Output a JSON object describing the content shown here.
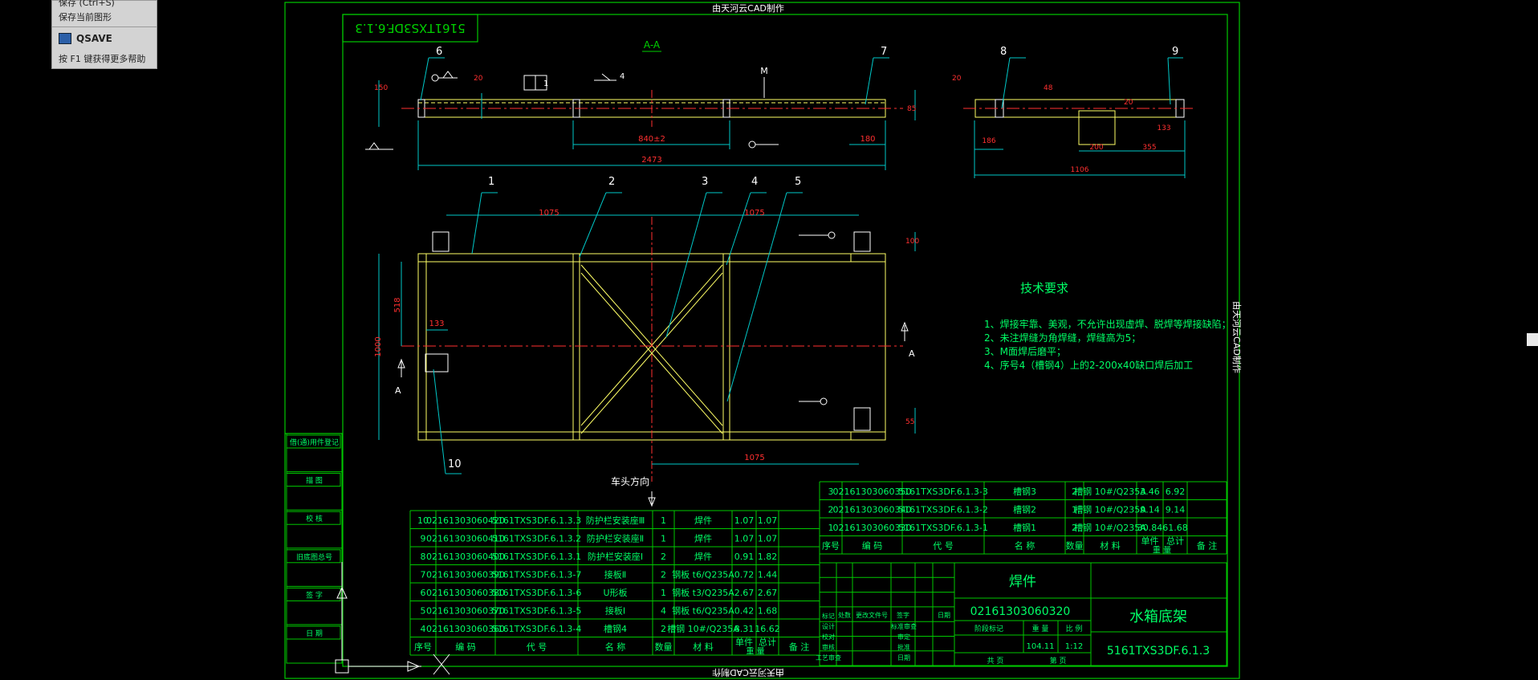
{
  "tooltip": {
    "line1": "保存 (Ctrl+S)",
    "line2": "保存当前图形",
    "command": "QSAVE",
    "help": "按 F1 键获得更多帮助"
  },
  "drawing": {
    "watermark_top": "由天河云CAD制作",
    "watermark_bottom": "由天河云CAD制作",
    "watermark_side": "由天河云CAD制作",
    "code_box": "5161TXS3DF.6.1.3",
    "section_label": "A-A",
    "m_label": "M",
    "weld_4": "4",
    "box_1": "1",
    "direction_label": "车头方向",
    "tech_title": "技术要求",
    "tech_items": [
      "1、焊接牢靠、美观，不允许出现虚焊、脱焊等焊接缺陷；",
      "2、未注焊缝为角焊缝，焊缝高为5；",
      "3、M面焊后磨平；",
      "4、序号4（槽钢4）上的2-200x40缺口焊后加工"
    ],
    "dims": {
      "d840": "840±2",
      "d2473": "2473",
      "d180": "180",
      "d85": "85",
      "d1075a": "1075",
      "d1075b": "1075",
      "d1075c": "1075",
      "d133a": "133",
      "d133b": "133",
      "d186": "186",
      "d200": "200",
      "d355": "355",
      "d1106": "1106",
      "d1000": "1000",
      "d518": "518",
      "d100": "100",
      "d150": "150",
      "d20a": "20",
      "d20b": "20",
      "d20c": "20",
      "d48": "48",
      "d55": "55"
    },
    "balloons": [
      "6",
      "7",
      "8",
      "9",
      "1",
      "2",
      "3",
      "4",
      "5",
      "10"
    ],
    "a_label": "A",
    "left_strip": [
      "借(通)用件登记",
      "描 图",
      "校 核",
      "旧底图总号",
      "签 字",
      "日 期"
    ],
    "bom_left": [
      [
        "10",
        "02161303060420",
        "5161TXS3DF.6.1.3.3",
        "防护栏安装座Ⅲ",
        "1",
        "焊件",
        "1.07",
        "1.07",
        ""
      ],
      [
        "9",
        "02161303060410",
        "5161TXS3DF.6.1.3.2",
        "防护栏安装座Ⅱ",
        "1",
        "焊件",
        "1.07",
        "1.07",
        ""
      ],
      [
        "8",
        "02161303060400",
        "5161TXS3DF.6.1.3.1",
        "防护栏安装座Ⅰ",
        "2",
        "焊件",
        "0.91",
        "1.82",
        ""
      ],
      [
        "7",
        "02161303060390",
        "5161TXS3DF.6.1.3-7",
        "接板Ⅱ",
        "2",
        "钢板 t6/Q235A",
        "0.72",
        "1.44",
        ""
      ],
      [
        "6",
        "02161303060380",
        "5161TXS3DF.6.1.3-6",
        "U形板",
        "1",
        "钢板 t3/Q235A",
        "2.67",
        "2.67",
        ""
      ],
      [
        "5",
        "02161303060370",
        "5161TXS3DF.6.1.3-5",
        "接板Ⅰ",
        "4",
        "钢板 t6/Q235A",
        "0.42",
        "1.68",
        ""
      ],
      [
        "4",
        "02161303060360",
        "5161TXS3DF.6.1.3-4",
        "槽钢4",
        "2",
        "槽钢 10#/Q235A",
        "8.31",
        "16.62",
        ""
      ]
    ],
    "bom_right": [
      [
        "3",
        "02161303060350",
        "5161TXS3DF.6.1.3-3",
        "槽钢3",
        "2",
        "槽钢 10#/Q235A",
        "3.46",
        "6.92",
        ""
      ],
      [
        "2",
        "02161303060340",
        "5161TXS3DF.6.1.3-2",
        "槽钢2",
        "1",
        "槽钢 10#/Q235A",
        "9.14",
        "9.14",
        ""
      ],
      [
        "1",
        "02161303060330",
        "5161TXS3DF.6.1.3-1",
        "槽钢1",
        "2",
        "槽钢 10#/Q235A",
        "30.84",
        "61.68",
        ""
      ]
    ],
    "bom_header": [
      "序号",
      "编 码",
      "代 号",
      "名 称",
      "数量",
      "材 料",
      "单件",
      "总计",
      "备 注"
    ],
    "bom_weight": "重 量",
    "title_block": {
      "material": "焊件",
      "code": "02161303060320",
      "name": "水箱底架",
      "drawing_no": "5161TXS3DF.6.1.3",
      "weight": "104.11",
      "scale": "1:12",
      "labels_weight": "重 量",
      "labels_scale": "比 例",
      "labels_stage": "阶段标记",
      "labels_sheets": "共 页",
      "labels_sheet": "第 页",
      "sign_rows": [
        "标记",
        "设计",
        "校对",
        "审核",
        "工艺审查"
      ],
      "sign_cols": [
        "处数",
        "更改文件号",
        "签字",
        "日期"
      ],
      "sign_extra": [
        "标准审查",
        "审定",
        "批准",
        "日期"
      ]
    }
  }
}
